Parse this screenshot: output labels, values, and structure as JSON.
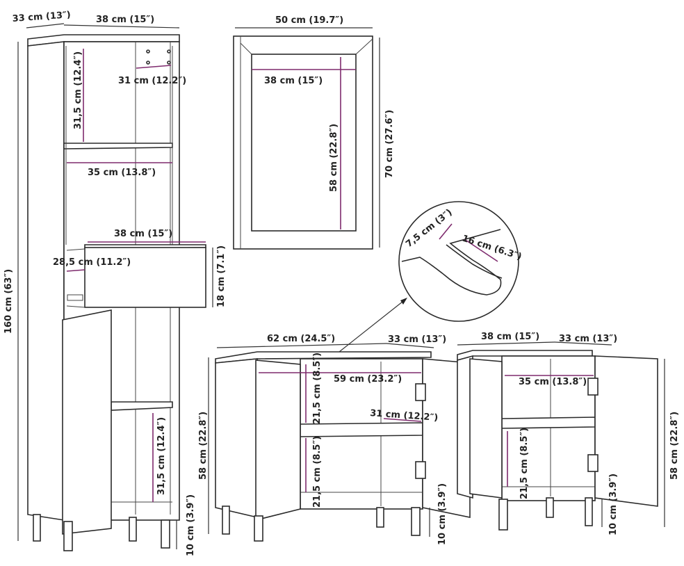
{
  "dimensions": {
    "tall_depth": "33 cm (13″)",
    "tall_width": "38 cm (15″)",
    "tall_top_compartment_height": "31,5 cm (12.4″)",
    "tall_top_shelf_depth": "31 cm (12.2″)",
    "tall_mid_shelf_width": "35 cm (13.8″)",
    "tall_drawer_width": "38 cm (15″)",
    "tall_drawer_depth": "28,5 cm (11.2″)",
    "tall_drawer_height": "18 cm (7.1″)",
    "tall_total_height": "160 cm (63″)",
    "tall_bottom_compartment_height": "31,5 cm (12.4″)",
    "tall_leg_height": "10 cm (3.9″)",
    "mirror_width": "50 cm (19.7″)",
    "mirror_inner_width": "38 cm (15″)",
    "mirror_inner_height": "58 cm (22.8″)",
    "mirror_height": "70 cm (27.6″)",
    "cutout_depth": "7,5 cm (3″)",
    "cutout_width": "16 cm (6.3″)",
    "sink_width": "62 cm (24.5″)",
    "sink_depth": "33 cm (13″)",
    "sink_inner_width": "59 cm (23.2″)",
    "sink_upper_compartment": "21,5 cm (8.5″)",
    "sink_shelf_depth": "31 cm (12.2″)",
    "sink_lower_compartment": "21,5 cm (8.5″)",
    "sink_height": "58 cm (22.8″)",
    "sink_leg_height": "10 cm (3.9″)",
    "small_width": "38 cm (15″)",
    "small_depth": "33 cm (13″)",
    "small_inner_width": "35 cm (13.8″)",
    "small_lower_compartment": "21,5 cm (8.5″)",
    "small_leg_height": "10 cm (3.9″)",
    "small_height": "58 cm (22.8″)"
  },
  "colors": {
    "line": "#2a2a2a",
    "dimension_accent": "#7e2a6d",
    "background": "#ffffff"
  }
}
